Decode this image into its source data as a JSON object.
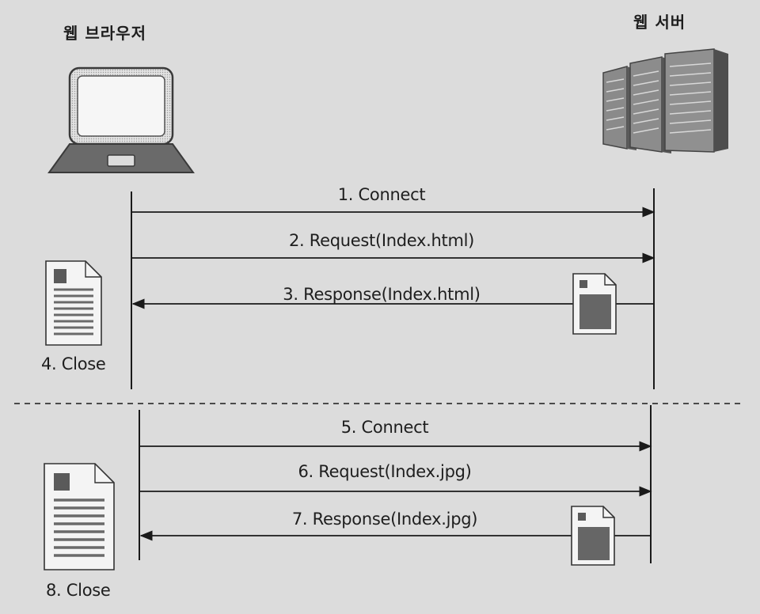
{
  "actors": {
    "client": {
      "title": "웹 브라우저",
      "icon": "laptop-icon"
    },
    "server": {
      "title": "웹 서버",
      "icon": "server-rack-icon"
    }
  },
  "messages": [
    {
      "label": "1. Connect",
      "direction": "to-server",
      "with_document": false
    },
    {
      "label": "2. Request(Index.html)",
      "direction": "to-server",
      "with_document": false
    },
    {
      "label": "3. Response(Index.html)",
      "direction": "to-client",
      "with_document": true
    },
    {
      "label": "5. Connect",
      "direction": "to-server",
      "with_document": false
    },
    {
      "label": "6. Request(Index.jpg)",
      "direction": "to-server",
      "with_document": false
    },
    {
      "label": "7. Response(Index.jpg)",
      "direction": "to-client",
      "with_document": true
    }
  ],
  "closes": [
    {
      "label": "4. Close",
      "icon": "document-icon"
    },
    {
      "label": "8. Close",
      "icon": "document-icon"
    }
  ],
  "colors": {
    "background": "#dcdcdc",
    "line": "#1a1a1a",
    "icon_dark": "#5a5a5a",
    "icon_light": "#f4f4f4"
  }
}
